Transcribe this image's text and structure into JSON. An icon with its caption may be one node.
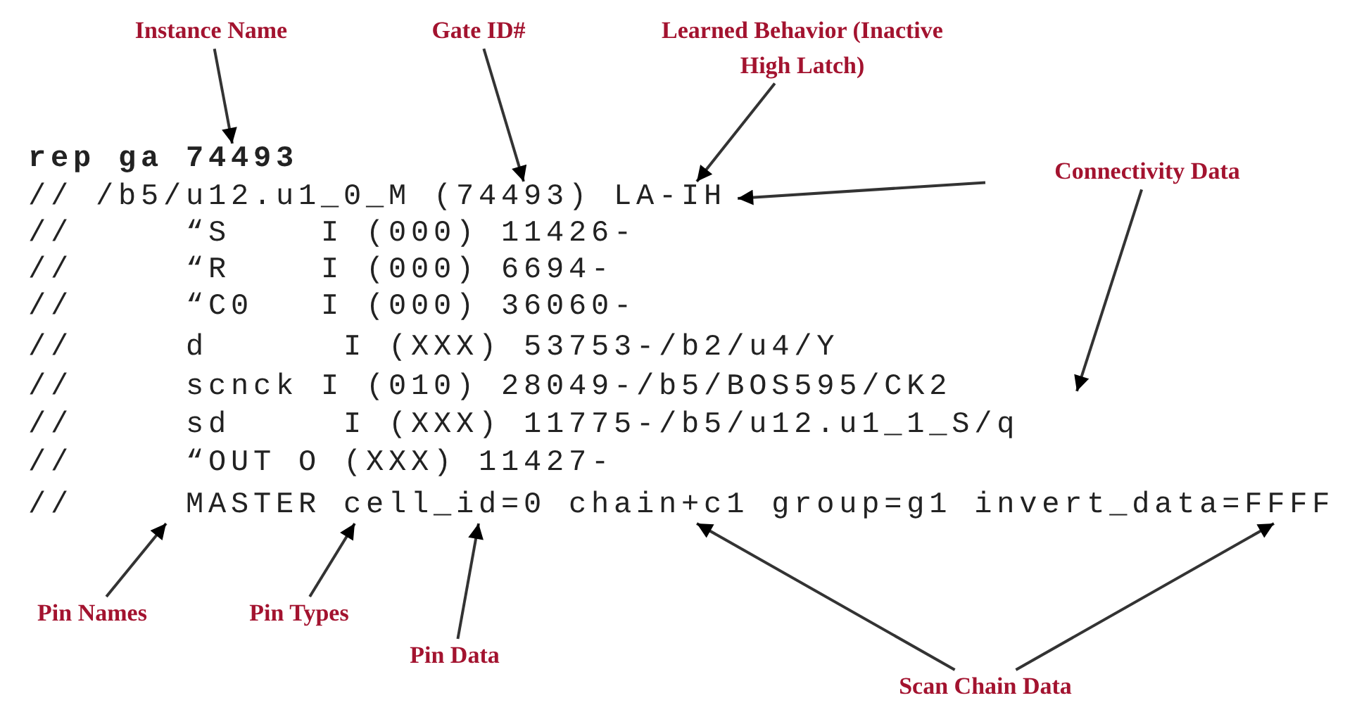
{
  "diagram": {
    "nodes": [
      {
        "text": [
          "Instance Name"
        ]
      },
      {
        "text": [
          "Gate ID#"
        ]
      },
      {
        "text": [
          "Learned Behavior (Inactive High Latch)"
        ]
      },
      {
        "text": [
          "Connectivity Data"
        ]
      },
      {
        "text": [
          "Pin Names"
        ]
      },
      {
        "text": [
          "Pin Types"
        ]
      },
      {
        "text": [
          "Pin Data"
        ]
      },
      {
        "text": [
          "Scan Chain Data"
        ]
      },
      {
        "text": [
          "rep ga 74493"
        ]
      },
      {
        "text": [
          "// /b5/u12.u1_0_M (74493) LA-IH"
        ]
      },
      {
        "text": [
          "//     “S    I (000) 11426-"
        ]
      },
      {
        "text": [
          "//     “R    I (000) 6694-"
        ]
      },
      {
        "text": [
          "//     “C0   I (000) 36060-"
        ]
      },
      {
        "text": [
          "//     d      I (XXX) 53753-/b2/u4/Y"
        ]
      },
      {
        "text": [
          "//     scnck I (010) 28049-/b5/BOS595/CK2"
        ]
      },
      {
        "text": [
          "//     sd     I (XXX) 11775-/b5/u12.u1_1_S/q"
        ]
      },
      {
        "text": [
          "//     “OUT O (XXX) 11427-"
        ]
      },
      {
        "text": [
          "//     MASTER cell_id=0 chain+c1 group=g1 invert_data=FFFF"
        ]
      }
    ],
    "edges": [
      {
        "from": 0,
        "to": 8,
        "arrow": "to"
      },
      {
        "from": 1,
        "to": 9,
        "arrow": "to"
      },
      {
        "from": 2,
        "to": 9,
        "arrow": "to"
      },
      {
        "from": 3,
        "to": 9,
        "arrow": "to"
      },
      {
        "from": 3,
        "to": null,
        "arrow": "to"
      },
      {
        "from": 4,
        "to": 17,
        "arrow": "to"
      },
      {
        "from": 5,
        "to": 17,
        "arrow": "to"
      },
      {
        "from": 6,
        "to": 17,
        "arrow": "to"
      },
      {
        "from": 7,
        "to": 17,
        "arrow": "to"
      },
      {
        "from": 7,
        "to": 17,
        "arrow": "to"
      }
    ]
  }
}
